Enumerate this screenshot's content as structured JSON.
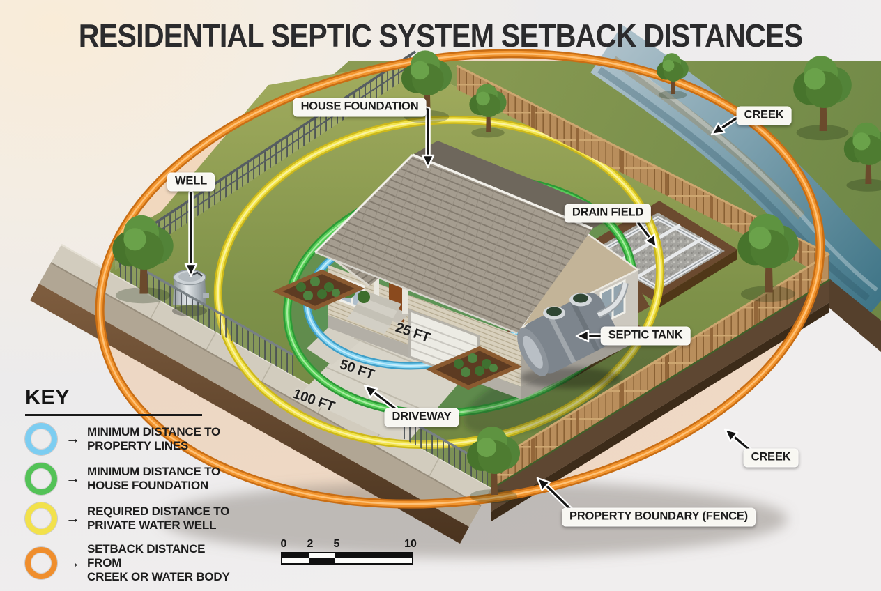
{
  "title": "RESIDENTIAL SEPTIC SYSTEM SETBACK DISTANCES",
  "callouts": {
    "house_foundation": "HOUSE FOUNDATION",
    "well": "WELL",
    "creek_top": "CREEK",
    "drain_field": "DRAIN FIELD",
    "septic_tank": "SEPTIC TANK",
    "driveway": "DRIVEWAY",
    "creek_bottom": "CREEK",
    "property_boundary": "PROPERTY BOUNDARY (FENCE)"
  },
  "ring_labels": {
    "ft25": "25 FT",
    "ft50": "50 FT",
    "ft100": "100 FT"
  },
  "key": {
    "heading": "KEY",
    "arrow": "→",
    "items": [
      {
        "ring": "blue-ring",
        "color": "#7ccdf1",
        "line1": "MINIMUM DISTANCE TO",
        "line2": "PROPERTY LINES"
      },
      {
        "ring": "green-ring",
        "color": "#53c257",
        "line1": "MINIMUM DISTANCE TO",
        "line2": "HOUSE FOUNDATION"
      },
      {
        "ring": "yellow-ring",
        "color": "#f2e14b",
        "line1": "REQUIRED DISTANCE TO",
        "line2": "PRIVATE WATER WELL"
      },
      {
        "ring": "orange-ring",
        "color": "#ef8e2d",
        "line1": "SETBACK DISTANCE FROM",
        "line2": "CREEK OR WATER BODY"
      }
    ]
  },
  "scale_bar": {
    "ticks": [
      "0",
      "2",
      "5",
      "10"
    ]
  },
  "ring_colors": {
    "property_lines": "#7ccdf1",
    "house_foundation": "#53c257",
    "water_well": "#f2e14b",
    "creek_setback": "#ef8e2d"
  }
}
